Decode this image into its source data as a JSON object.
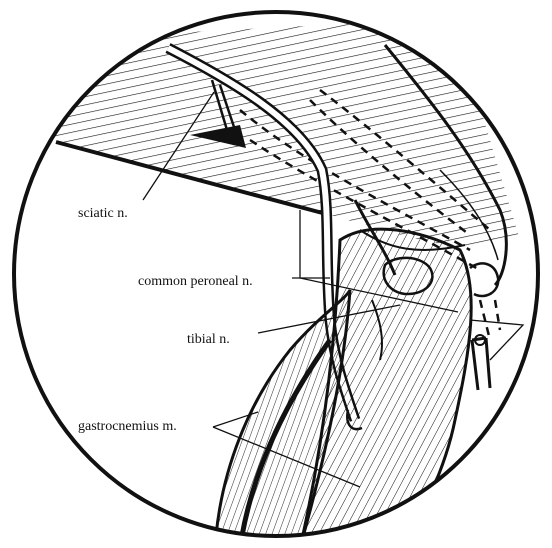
{
  "colors": {
    "ink": "#111111",
    "background": "#ffffff"
  },
  "labels": {
    "sciatic": "sciatic n.",
    "common_peroneal": "common peroneal n.",
    "tibial": "tibial n.",
    "gastrocnemius": "gastrocnemius m."
  }
}
